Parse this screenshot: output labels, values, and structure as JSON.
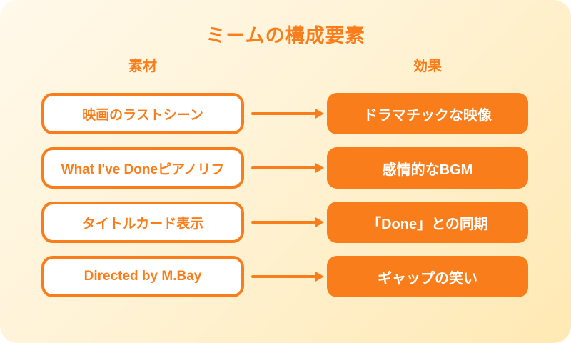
{
  "title": "ミームの構成要素",
  "columns": {
    "left": "素材",
    "right": "効果"
  },
  "rows": [
    {
      "material": "映画のラストシーン",
      "effect": "ドラマチックな映像"
    },
    {
      "material": "What I've Doneピアノリフ",
      "effect": "感情的なBGM"
    },
    {
      "material": "タイトルカード表示",
      "effect": "「Done」との同期"
    },
    {
      "material": "Directed by M.Bay",
      "effect": "ギャップの笑い"
    }
  ],
  "colors": {
    "accent": "#F97D1A",
    "background_start": "#FFF9EA",
    "background_end": "#FFE9B3",
    "material_box_fill": "#FFFFFF",
    "effect_box_text": "#FFFFFF"
  },
  "icons": {
    "arrow": "arrow-right-icon"
  }
}
